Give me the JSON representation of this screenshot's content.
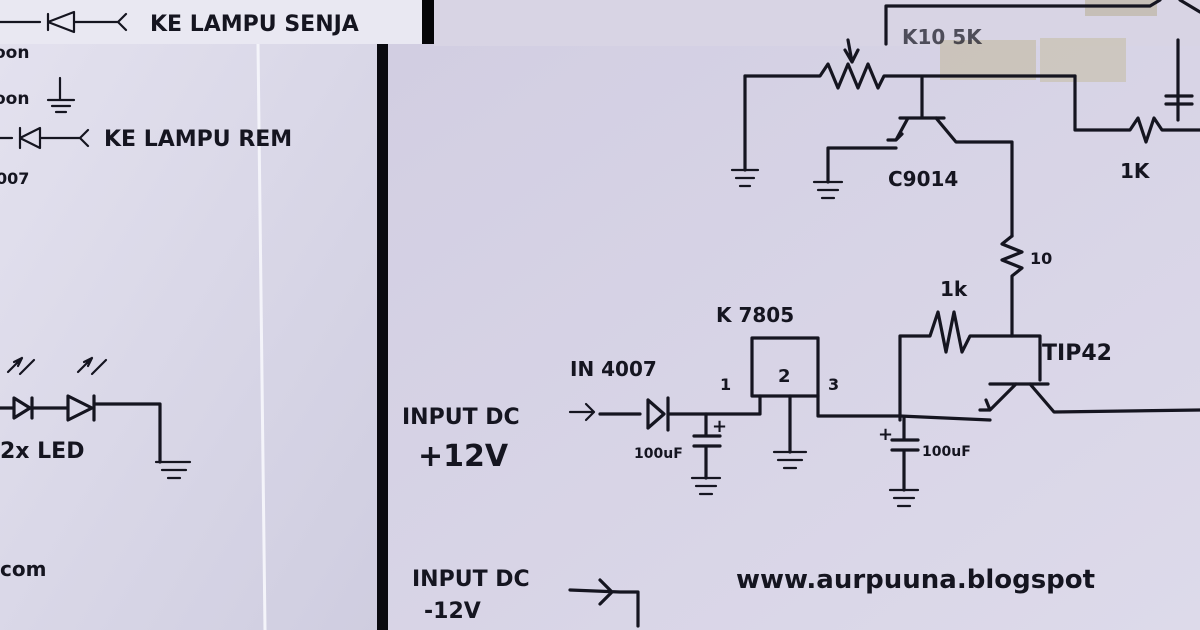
{
  "left_sheet": {
    "top_label": "KE LAMPU SENJA",
    "mid_label": "KE LAMPU REM",
    "frag_top_1": "oon",
    "frag_top_2": "oon",
    "frag_diode": "007",
    "led_label": "2x LED",
    "frag_bottom": "com"
  },
  "right_sheet": {
    "top_partial": "K10 5K",
    "transistor_small": "C9014",
    "resistor_1k_right": "1K",
    "resistor_10": "10",
    "resistor_1k_mid": "1k",
    "regulator": "K 7805",
    "reg_pin1": "1",
    "reg_pin2": "2",
    "reg_pin3": "3",
    "transistor_power": "TIP42",
    "diode": "IN 4007",
    "input_pos_1": "INPUT DC",
    "input_pos_2": "+12V",
    "cap_left": "100uF",
    "cap_right": "100uF",
    "cap_plus": "+",
    "input_neg_1": "INPUT DC",
    "input_neg_2": "-12V",
    "website": "www.aurpuuna.blogspot"
  }
}
